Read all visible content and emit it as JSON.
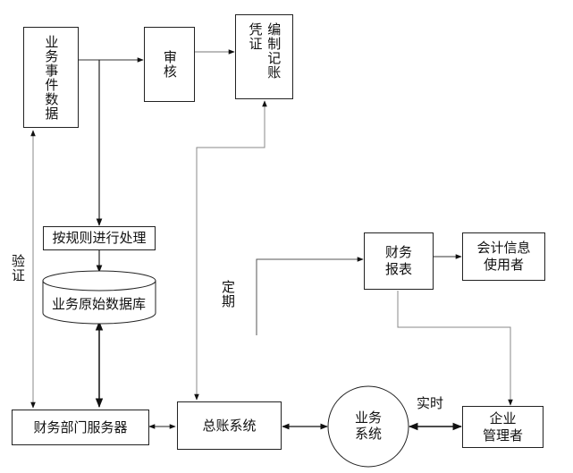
{
  "nodes": {
    "business_event_data": "业务事件数据",
    "audit": "审核",
    "voucher_col1": "凭证",
    "voucher_col2": "编制记账",
    "rule_processing": "按规则进行处理",
    "business_raw_db": "业务原始数据库",
    "finance_server": "财务部门服务器",
    "general_ledger": "总账系统",
    "business_system": "业务\n系统",
    "financial_report": "财务\n报表",
    "accounting_info_users": "会计信息\n使用者",
    "enterprise_manager": "企业\n管理者"
  },
  "labels": {
    "verify": "验证",
    "periodic": "定期",
    "realtime": "实时"
  }
}
